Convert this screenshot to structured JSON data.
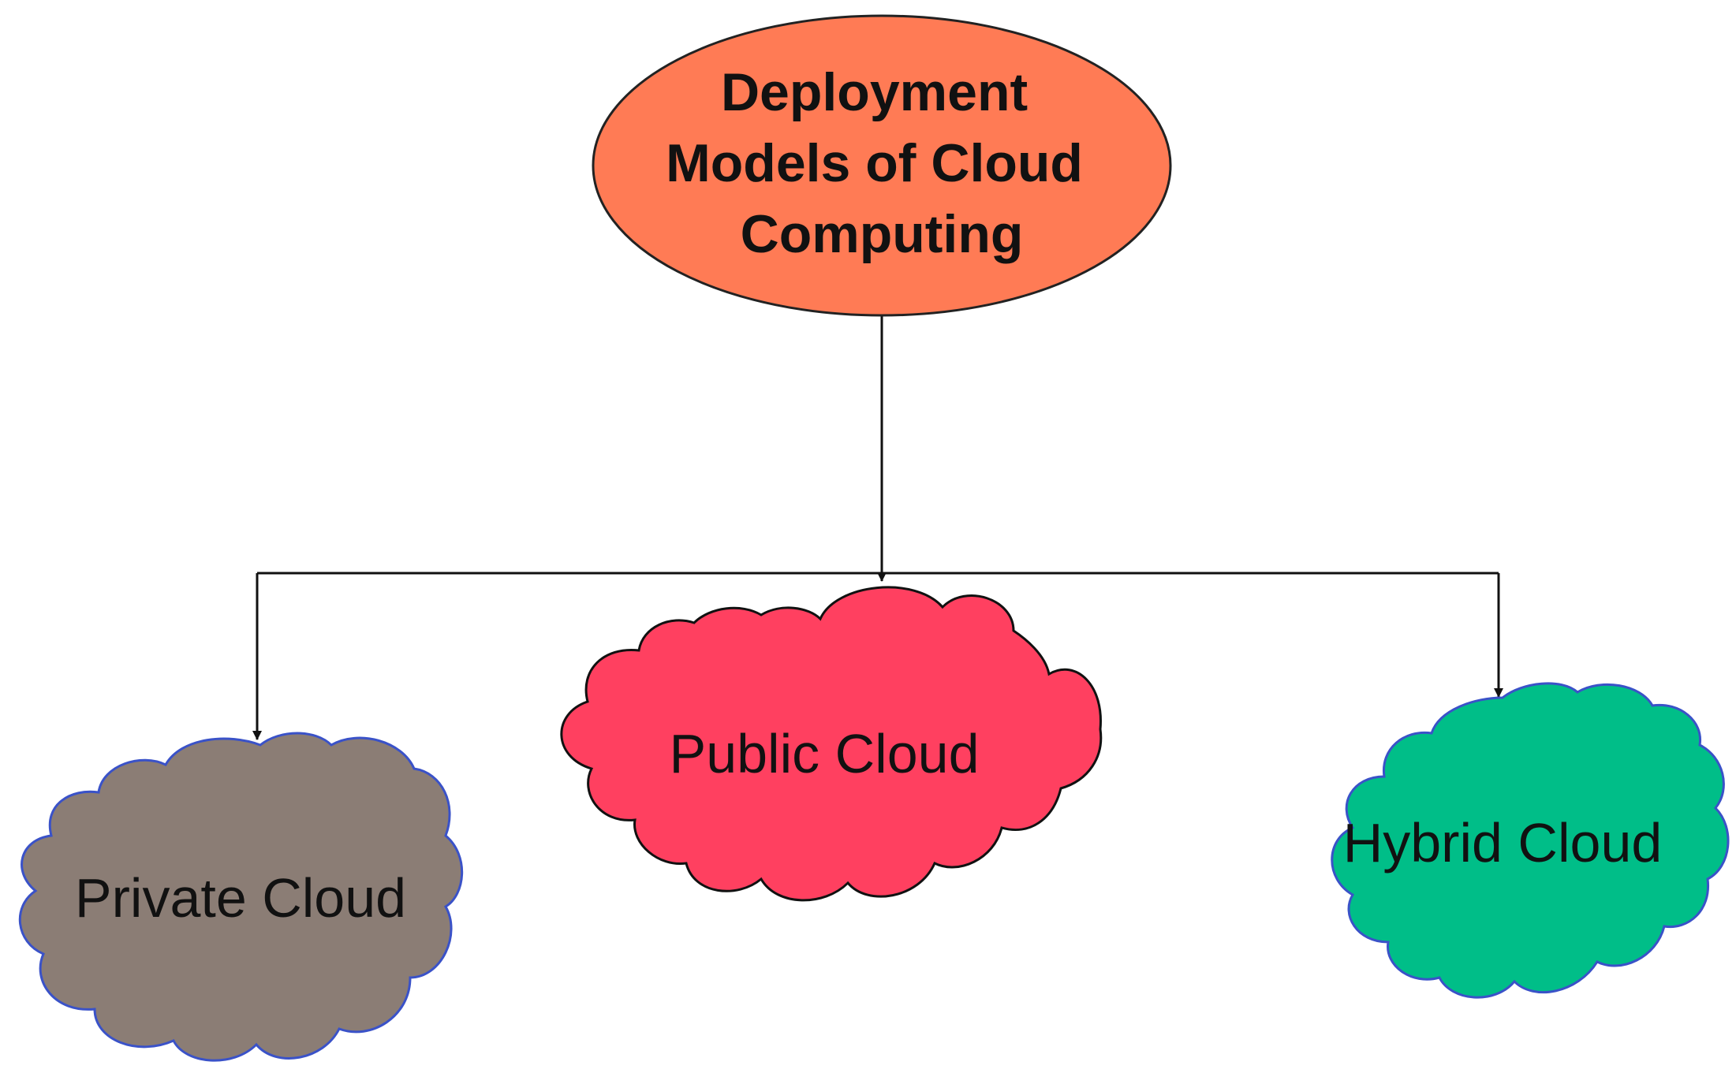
{
  "root": {
    "label_lines": [
      "Deployment",
      "Models of Cloud",
      "Computing"
    ],
    "fill": "#FF7B55"
  },
  "clouds": [
    {
      "label": "Private Cloud",
      "fill": "#8B7D75",
      "stroke": "#3A52C8"
    },
    {
      "label": "Public Cloud",
      "fill": "#FF4060",
      "stroke": "#111111"
    },
    {
      "label": "Hybrid Cloud",
      "fill": "#00BE88",
      "stroke": "#3A52C8"
    }
  ]
}
